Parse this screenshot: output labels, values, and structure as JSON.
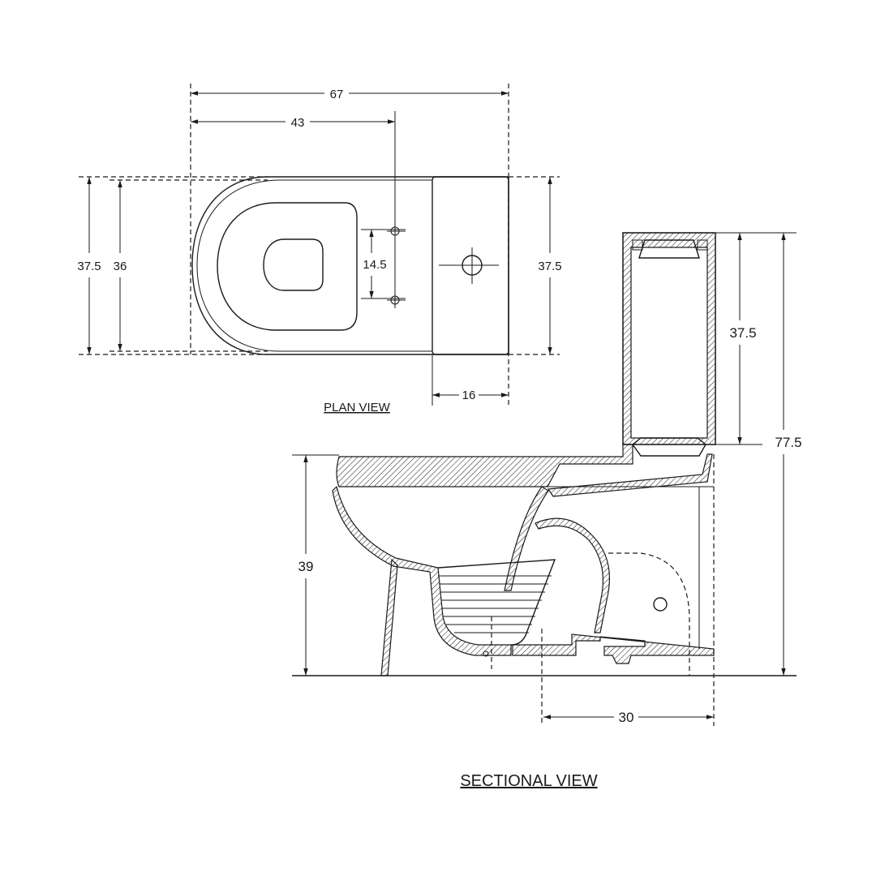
{
  "plan_view": {
    "title": "PLAN VIEW",
    "dims": {
      "overall_length": "67",
      "bowl_to_holes": "43",
      "width_outer": "37.5",
      "width_inner": "36",
      "hole_spacing": "14.5",
      "tank_width": "37.5",
      "tank_depth": "16"
    }
  },
  "sectional_view": {
    "title": "SECTIONAL VIEW",
    "dims": {
      "tank_height": "37.5",
      "overall_height": "77.5",
      "bowl_height": "39",
      "outlet_setback": "30"
    }
  }
}
